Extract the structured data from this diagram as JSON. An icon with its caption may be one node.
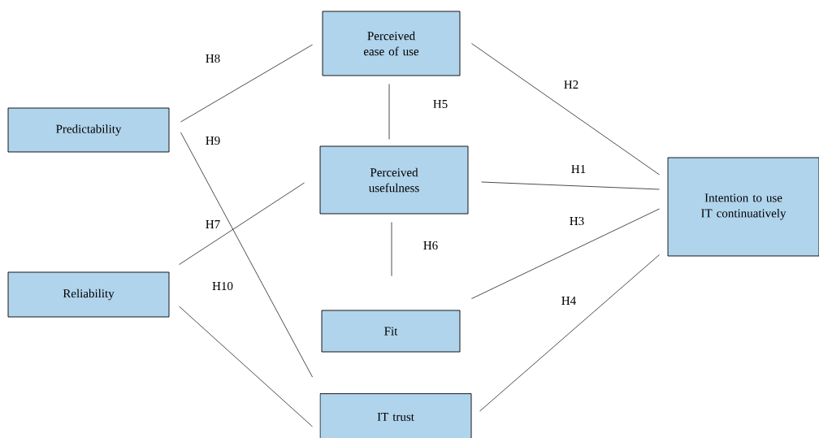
{
  "diagram": {
    "nodes": [
      {
        "text": [
          "Perceived ease of use"
        ]
      },
      {
        "text": [
          "Predictability"
        ]
      },
      {
        "text": [
          "Perceived usefulness"
        ]
      },
      {
        "text": [
          "Intention to use IT continuatively"
        ]
      },
      {
        "text": [
          "Reliability"
        ]
      },
      {
        "text": [
          "Fit"
        ]
      },
      {
        "text": [
          "IT trust"
        ]
      }
    ],
    "edges": [
      {
        "from": 1,
        "to": 0,
        "arrow": "none",
        "label": "H8"
      },
      {
        "from": 0,
        "to": 3,
        "arrow": "none",
        "label": "H2"
      },
      {
        "from": 0,
        "to": 2,
        "arrow": "none",
        "label": "H5"
      },
      {
        "from": 2,
        "to": 3,
        "arrow": "none",
        "label": "H1"
      },
      {
        "from": 1,
        "to": 6,
        "arrow": "none",
        "label": "H9"
      },
      {
        "from": 4,
        "to": 2,
        "arrow": "none",
        "label": "H7"
      },
      {
        "from": 2,
        "to": 5,
        "arrow": "none",
        "label": "H6"
      },
      {
        "from": 5,
        "to": 3,
        "arrow": "none",
        "label": "H3"
      },
      {
        "from": 4,
        "to": 6,
        "arrow": "none",
        "label": "H10"
      },
      {
        "from": 6,
        "to": 3,
        "arrow": "none",
        "label": "H4"
      }
    ]
  }
}
